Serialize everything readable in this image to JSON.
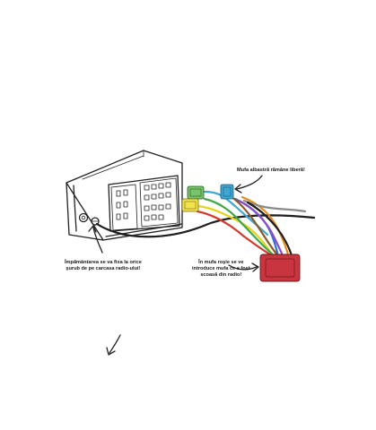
{
  "annotations": {
    "ground": {
      "lines": [
        "Împământarea se va fixa la orice",
        "şurub de pe carcasa radio-ului!"
      ]
    },
    "red_plug": {
      "lines": [
        "În mufa roşie se ve",
        "introduce mufa ce a fost",
        "scoasă din radio!"
      ]
    },
    "blue_plug": {
      "lines": [
        "Mufa albastră rămâne liberă!"
      ]
    }
  },
  "colors": {
    "red_connector": "#c9353f",
    "blue_connector": "#3fa7d1",
    "yellow_connector": "#f2e34a",
    "green_connector": "#79c46a",
    "wire_black": "#1e1e1e",
    "wire_blue": "#2f6fd6",
    "wire_yellow": "#e6d21c",
    "wire_green": "#3ea84a",
    "wire_red": "#d23a2c",
    "wire_orange": "#e58a1f",
    "wire_purple": "#8b4cc4",
    "wire_brown": "#8a5a2b",
    "wire_grey": "#8a8a8a"
  }
}
